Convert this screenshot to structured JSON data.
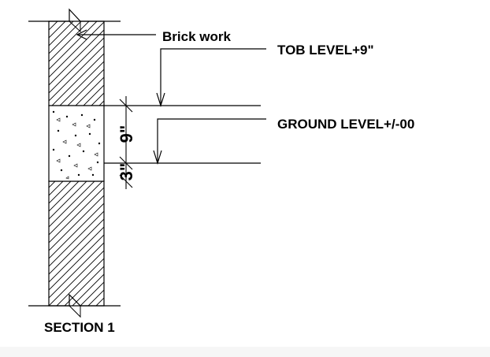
{
  "labels": {
    "material": "Brick work",
    "tob_level": "TOB LEVEL+9\"",
    "ground_level": "GROUND LEVEL+/-00",
    "dim_upper": "9\"",
    "dim_lower": "3\"",
    "section_title": "SECTION 1"
  },
  "colors": {
    "ink": "#000000",
    "paper": "#ffffff",
    "margin": "#f6f6f6"
  }
}
